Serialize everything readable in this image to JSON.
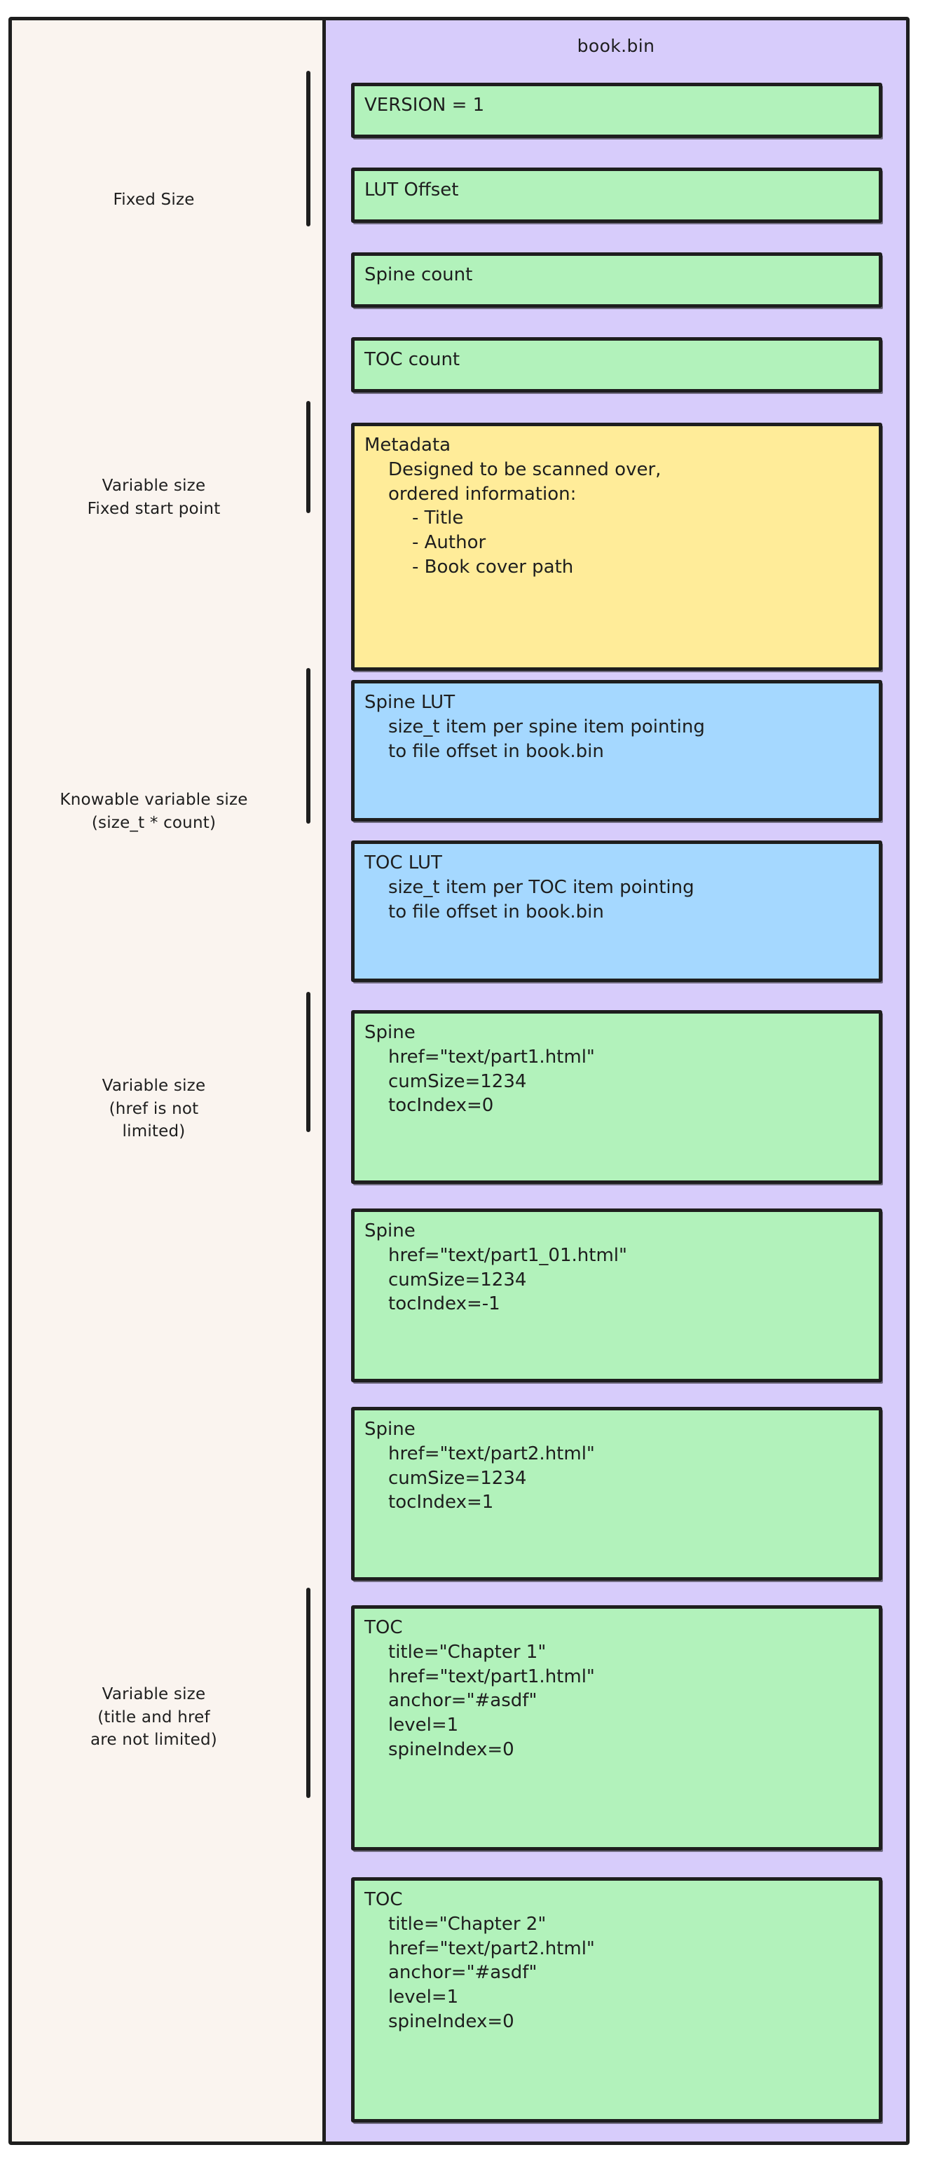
{
  "diagram": {
    "title": "book.bin",
    "colors": {
      "canvas": "#ffffff",
      "left_column_bg": "#faf4ef",
      "book_column_bg": "#d7ccfb",
      "stroke": "#1e1e1e",
      "green": "#b2f2bb",
      "yellow": "#ffec99",
      "blue": "#a5d8ff"
    }
  },
  "annotations": [
    {
      "id": "fixed-size",
      "text": "Fixed Size"
    },
    {
      "id": "variable-fixed-start",
      "text": "Variable size\nFixed start point"
    },
    {
      "id": "knowable-variable",
      "text": "Knowable variable size\n(size_t * count)"
    },
    {
      "id": "variable-href",
      "text": "Variable size\n(href is not\nlimited)"
    },
    {
      "id": "variable-title-href",
      "text": "Variable size\n(title and href\nare not limited)"
    }
  ],
  "sections": [
    {
      "id": "version",
      "color": "green",
      "lines": [
        {
          "indent": 0,
          "text": "VERSION = 1"
        }
      ]
    },
    {
      "id": "lut-offset",
      "color": "green",
      "lines": [
        {
          "indent": 0,
          "text": "LUT Offset"
        }
      ]
    },
    {
      "id": "spine-count",
      "color": "green",
      "lines": [
        {
          "indent": 0,
          "text": "Spine count"
        }
      ]
    },
    {
      "id": "toc-count",
      "color": "green",
      "lines": [
        {
          "indent": 0,
          "text": "TOC count"
        }
      ]
    },
    {
      "id": "metadata",
      "color": "yellow",
      "lines": [
        {
          "indent": 0,
          "text": "Metadata"
        },
        {
          "indent": 1,
          "text": "Designed to be scanned over,"
        },
        {
          "indent": 1,
          "text": "ordered information:"
        },
        {
          "indent": 2,
          "text": "- Title"
        },
        {
          "indent": 2,
          "text": "- Author"
        },
        {
          "indent": 2,
          "text": "- Book cover path"
        }
      ]
    },
    {
      "id": "spine-lut",
      "color": "blue",
      "lines": [
        {
          "indent": 0,
          "text": "Spine LUT"
        },
        {
          "indent": 1,
          "text": "size_t item per spine item pointing"
        },
        {
          "indent": 1,
          "text": "to file offset in book.bin"
        }
      ]
    },
    {
      "id": "toc-lut",
      "color": "blue",
      "lines": [
        {
          "indent": 0,
          "text": "TOC LUT"
        },
        {
          "indent": 1,
          "text": "size_t item per TOC item pointing"
        },
        {
          "indent": 1,
          "text": "to file offset in book.bin"
        }
      ]
    },
    {
      "id": "spine-1",
      "color": "green",
      "lines": [
        {
          "indent": 0,
          "text": "Spine"
        },
        {
          "indent": 1,
          "text": "href=\"text/part1.html\""
        },
        {
          "indent": 1,
          "text": "cumSize=1234"
        },
        {
          "indent": 1,
          "text": "tocIndex=0"
        }
      ]
    },
    {
      "id": "spine-2",
      "color": "green",
      "lines": [
        {
          "indent": 0,
          "text": "Spine"
        },
        {
          "indent": 1,
          "text": "href=\"text/part1_01.html\""
        },
        {
          "indent": 1,
          "text": "cumSize=1234"
        },
        {
          "indent": 1,
          "text": "tocIndex=-1"
        }
      ]
    },
    {
      "id": "spine-3",
      "color": "green",
      "lines": [
        {
          "indent": 0,
          "text": "Spine"
        },
        {
          "indent": 1,
          "text": "href=\"text/part2.html\""
        },
        {
          "indent": 1,
          "text": "cumSize=1234"
        },
        {
          "indent": 1,
          "text": "tocIndex=1"
        }
      ]
    },
    {
      "id": "toc-1",
      "color": "green",
      "lines": [
        {
          "indent": 0,
          "text": "TOC"
        },
        {
          "indent": 1,
          "text": "title=\"Chapter 1\""
        },
        {
          "indent": 1,
          "text": "href=\"text/part1.html\""
        },
        {
          "indent": 1,
          "text": "anchor=\"#asdf\""
        },
        {
          "indent": 1,
          "text": "level=1"
        },
        {
          "indent": 1,
          "text": "spineIndex=0"
        }
      ]
    },
    {
      "id": "toc-2",
      "color": "green",
      "lines": [
        {
          "indent": 0,
          "text": "TOC"
        },
        {
          "indent": 1,
          "text": "title=\"Chapter 2\""
        },
        {
          "indent": 1,
          "text": "href=\"text/part2.html\""
        },
        {
          "indent": 1,
          "text": "anchor=\"#asdf\""
        },
        {
          "indent": 1,
          "text": "level=1"
        },
        {
          "indent": 1,
          "text": "spineIndex=0"
        }
      ]
    }
  ]
}
